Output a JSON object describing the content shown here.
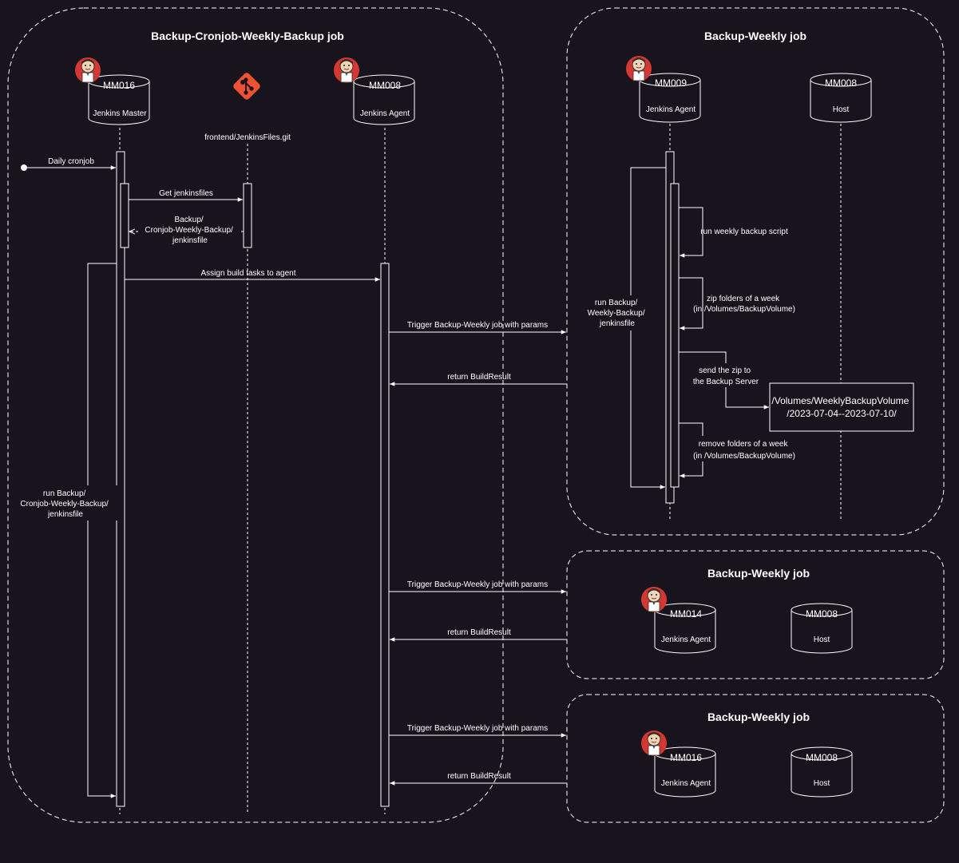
{
  "frames": {
    "main_title": "Backup-Cronjob-Weekly-Backup job",
    "weekly_title_1": "Backup-Weekly job",
    "weekly_title_2": "Backup-Weekly job",
    "weekly_title_3": "Backup-Weekly job"
  },
  "participants": {
    "master": {
      "id": "MM016",
      "role": "Jenkins Master"
    },
    "git": {
      "label": "frontend/JenkinsFiles.git"
    },
    "agent": {
      "id": "MM008",
      "role": "Jenkins Agent"
    },
    "w1_agent": {
      "id": "MM009",
      "role": "Jenkins Agent"
    },
    "w1_host": {
      "id": "MM008",
      "role": "Host"
    },
    "w2_agent": {
      "id": "MM014",
      "role": "Jenkins Agent"
    },
    "w2_host": {
      "id": "MM008",
      "role": "Host"
    },
    "w3_agent": {
      "id": "MM016",
      "role": "Jenkins Agent"
    },
    "w3_host": {
      "id": "MM008",
      "role": "Host"
    }
  },
  "messages": {
    "daily_cronjob": "Daily cronjob",
    "get_jenkinsfiles": "Get jenkinsfiles",
    "return_jenkinsfile": [
      "Backup/",
      "Cronjob-Weekly-Backup/",
      "jenkinsfile"
    ],
    "assign_tasks": "Assign build tasks to agent",
    "run_main": [
      "run Backup/",
      "Cronjob-Weekly-Backup/",
      "jenkinsfile"
    ],
    "trigger_1": "Trigger Backup-Weekly job with params",
    "return_1": "return BuildResult",
    "trigger_2": "Trigger Backup-Weekly job with params",
    "return_2": "return BuildResult",
    "trigger_3": "Trigger Backup-Weekly job with params",
    "return_3": "return BuildResult",
    "run_weekly": [
      "run Backup/",
      "Weekly-Backup/",
      "jenkinsfile"
    ],
    "run_script": "run weekly backup script",
    "zip_folders": [
      "zip folders of a week",
      "(in /Volumes/BackupVolume)"
    ],
    "send_zip": [
      "send the zip to",
      "the Backup Server"
    ],
    "remove_folders": [
      "remove folders of a week",
      "(in /Volumes/BackupVolume)"
    ]
  },
  "backup_target": [
    "/Volumes/WeeklyBackupVolume",
    "/2023-07-04--2023-07-10/"
  ],
  "colors": {
    "background": "#18141d",
    "line": "#ffffff",
    "git_logo": "#f05033",
    "jenkins_red": "#d33833",
    "jenkins_face": "#f0d6b7"
  },
  "icons": [
    "jenkins-icon",
    "git-icon"
  ]
}
